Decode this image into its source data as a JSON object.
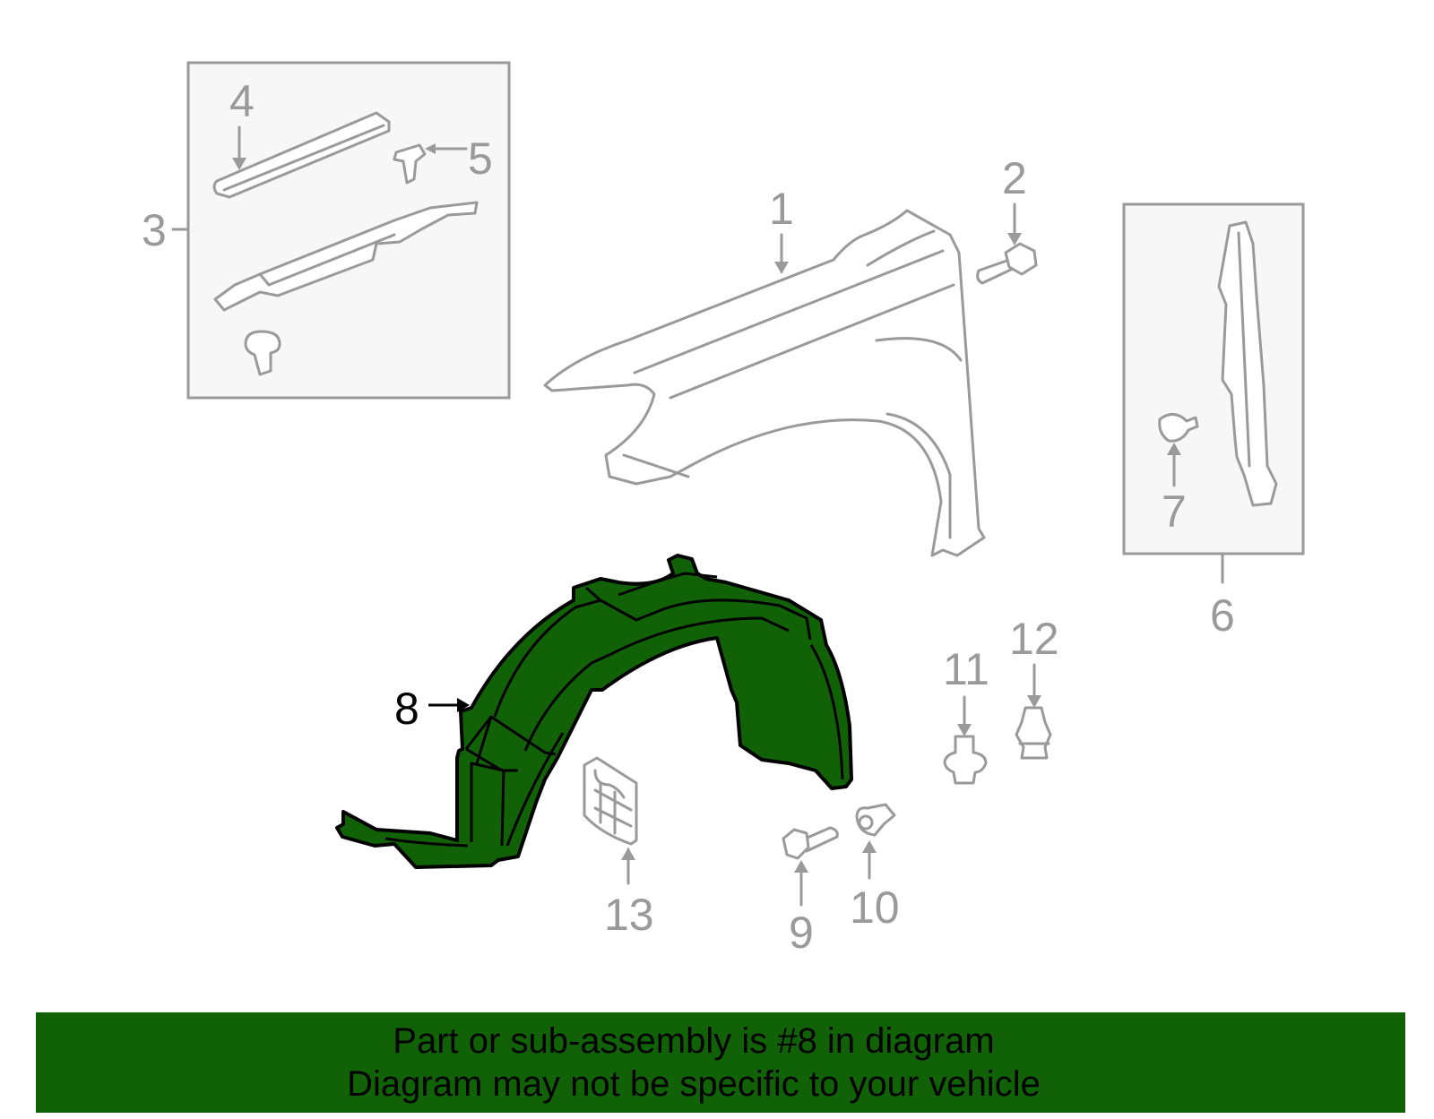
{
  "diagram": {
    "highlight_color": "#116206",
    "callouts": [
      {
        "id": "1",
        "label": "1"
      },
      {
        "id": "2",
        "label": "2"
      },
      {
        "id": "3",
        "label": "3"
      },
      {
        "id": "4",
        "label": "4"
      },
      {
        "id": "5",
        "label": "5"
      },
      {
        "id": "6",
        "label": "6"
      },
      {
        "id": "7",
        "label": "7"
      },
      {
        "id": "8",
        "label": "8",
        "highlighted": true
      },
      {
        "id": "9",
        "label": "9"
      },
      {
        "id": "10",
        "label": "10"
      },
      {
        "id": "11",
        "label": "11"
      },
      {
        "id": "12",
        "label": "12"
      },
      {
        "id": "13",
        "label": "13"
      }
    ]
  },
  "banner": {
    "line1": "Part or sub-assembly is #8 in diagram",
    "line2": "Diagram may not be specific to your vehicle"
  }
}
